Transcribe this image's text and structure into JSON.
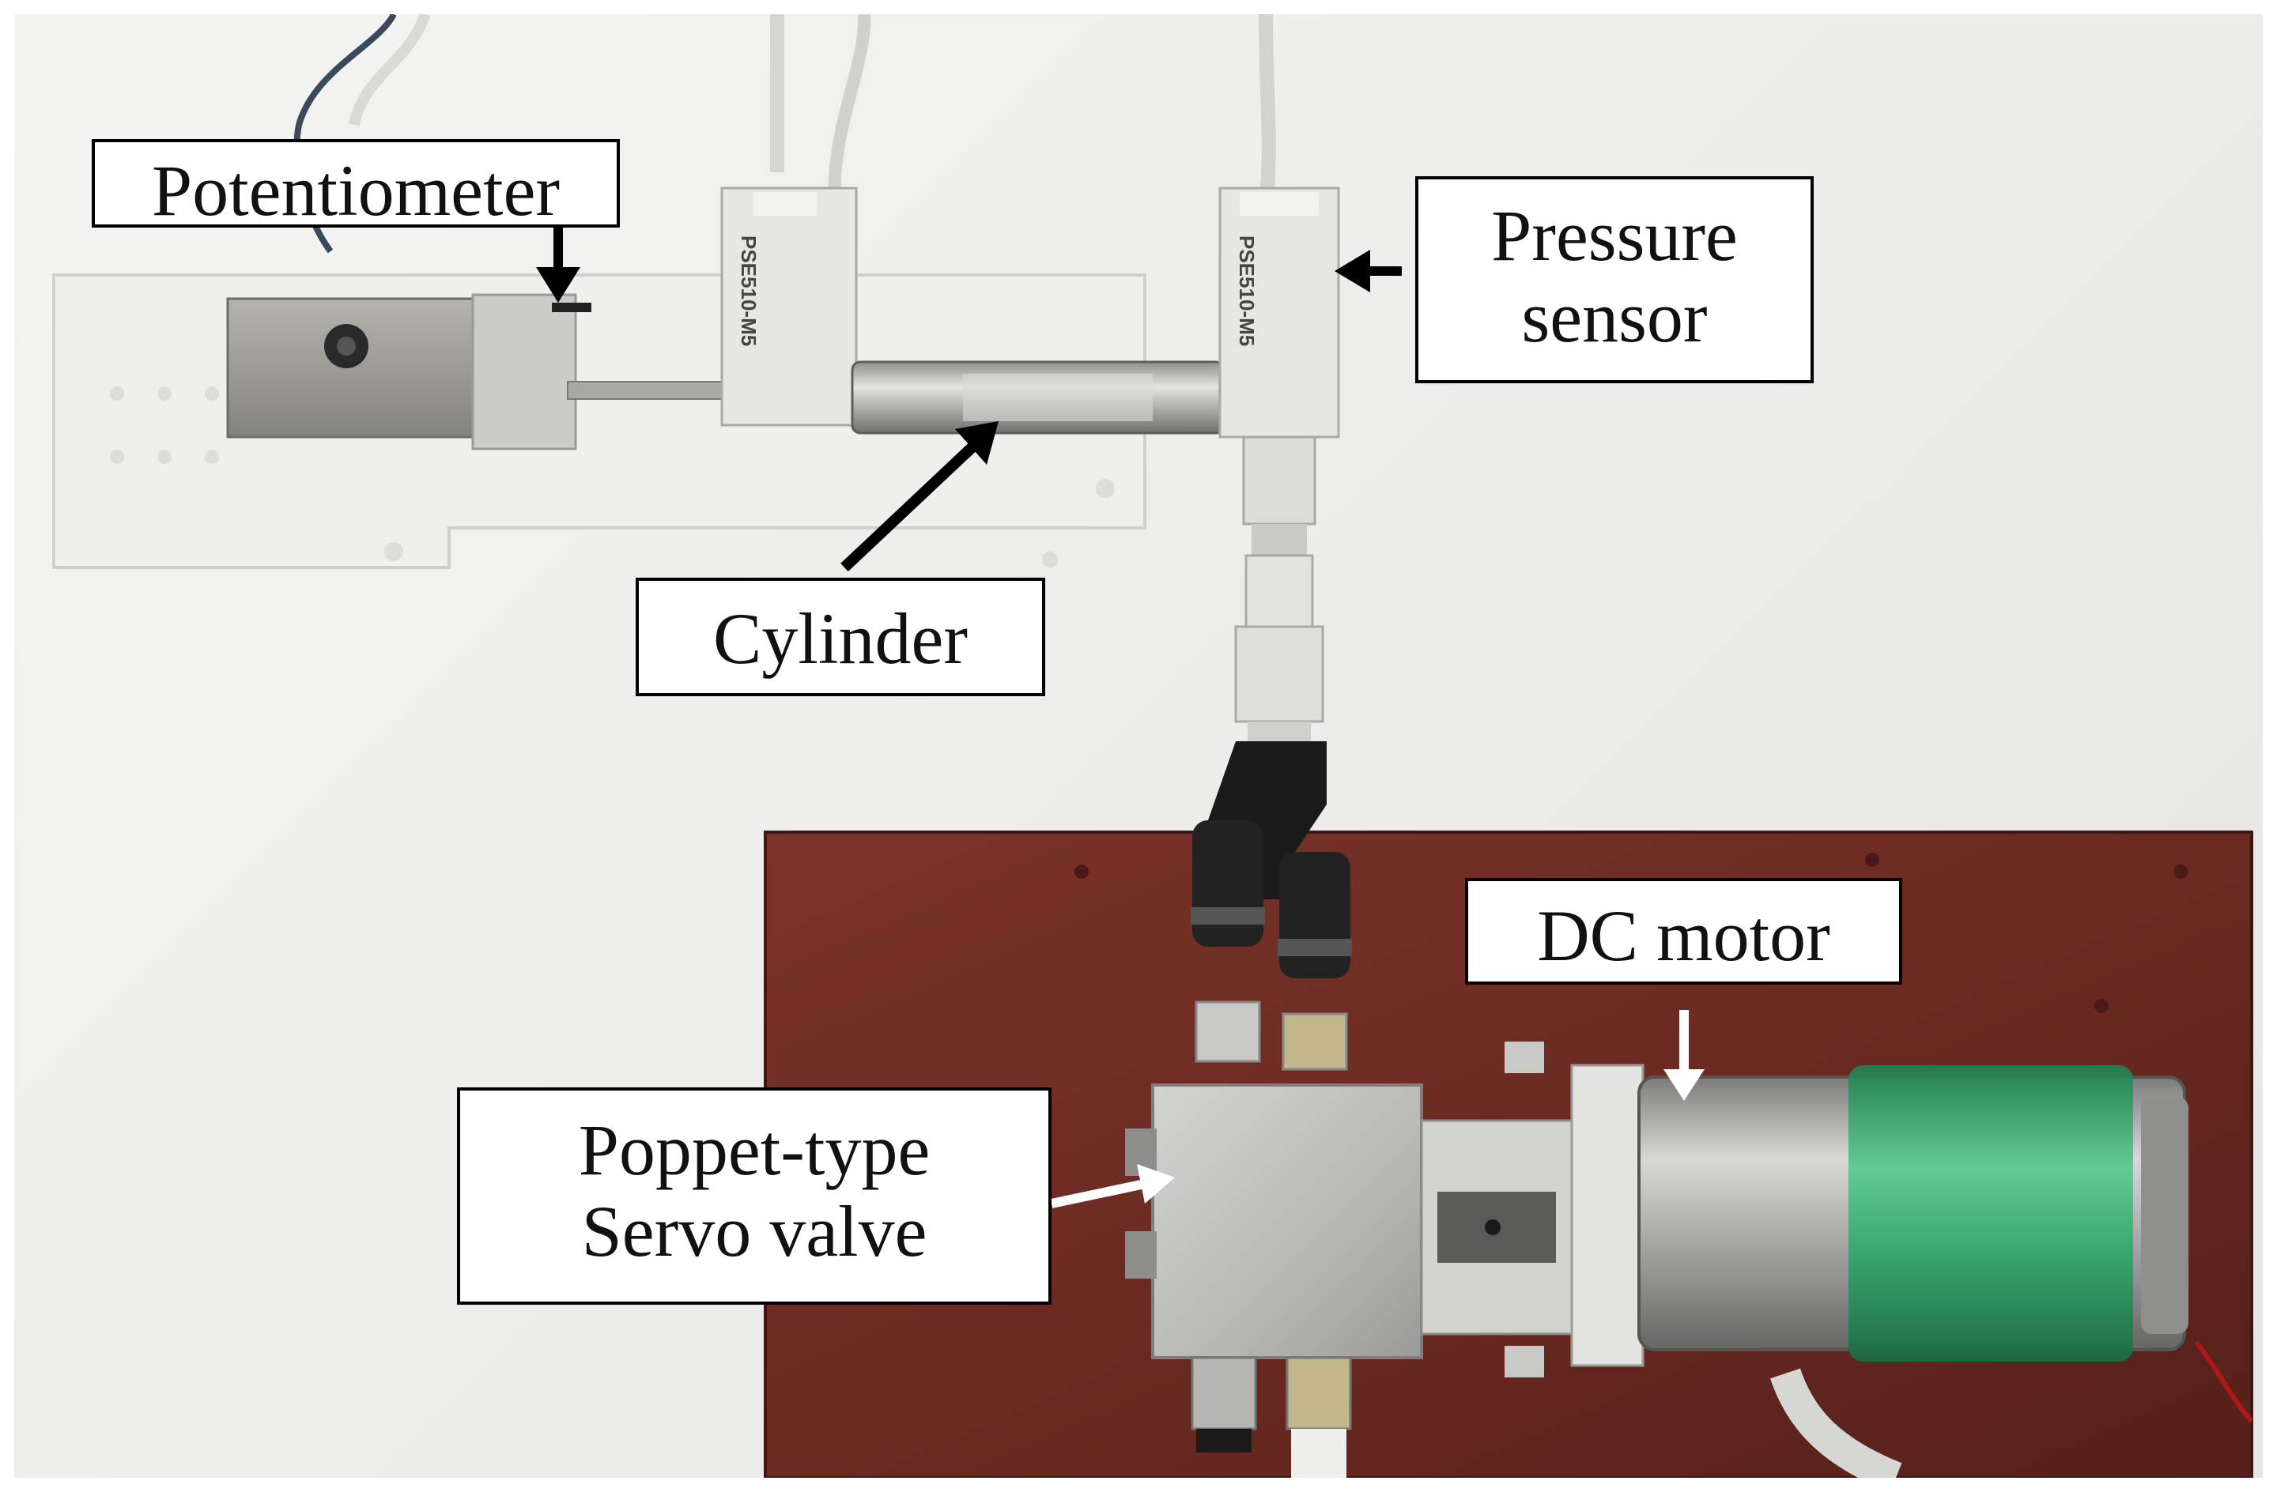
{
  "labels": {
    "potentiometer": "Potentiometer",
    "pressure_sensor_line1": "Pressure",
    "pressure_sensor_line2": "sensor",
    "cylinder": "Cylinder",
    "dc_motor": "DC motor",
    "valve_line1": "Poppet-type",
    "valve_line2": "Servo valve"
  },
  "device_markings": {
    "sensor_model_left": "PSE510-M5",
    "sensor_model_right": "PSE510-M5"
  },
  "colors": {
    "wall": "#ececea",
    "board": "#6b2a22",
    "mount": "#ededea",
    "metal": "#b9b9b7",
    "motor_tape": "#2fa46a",
    "fitting_black": "#1a1a1a",
    "callout_border": "#000000",
    "arrow_black": "#000000",
    "arrow_white": "#ffffff"
  }
}
